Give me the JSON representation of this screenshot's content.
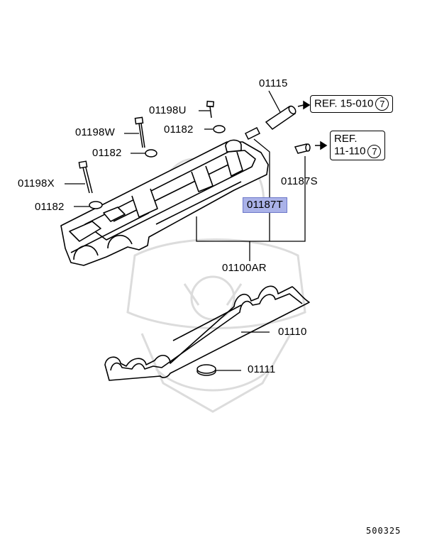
{
  "labels": {
    "p01115": "01115",
    "p01198U": "01198U",
    "p01198W": "01198W",
    "p01182a": "01182",
    "p01182b": "01182",
    "p01182c": "01182",
    "p01198X": "01198X",
    "p01187T": "01187T",
    "p01187S": "01187S",
    "p01100AR": "01100AR",
    "p01110": "01110",
    "p01111": "01111"
  },
  "refs": {
    "ref1_text": "REF. 15-010",
    "ref1_num": "7",
    "ref2_line1": "REF.",
    "ref2_line2": "11-110",
    "ref2_num": "7"
  },
  "footer": {
    "doc_number": "500325"
  },
  "colors": {
    "highlight": "#aab2e8",
    "watermark": "#d9d9d9"
  }
}
